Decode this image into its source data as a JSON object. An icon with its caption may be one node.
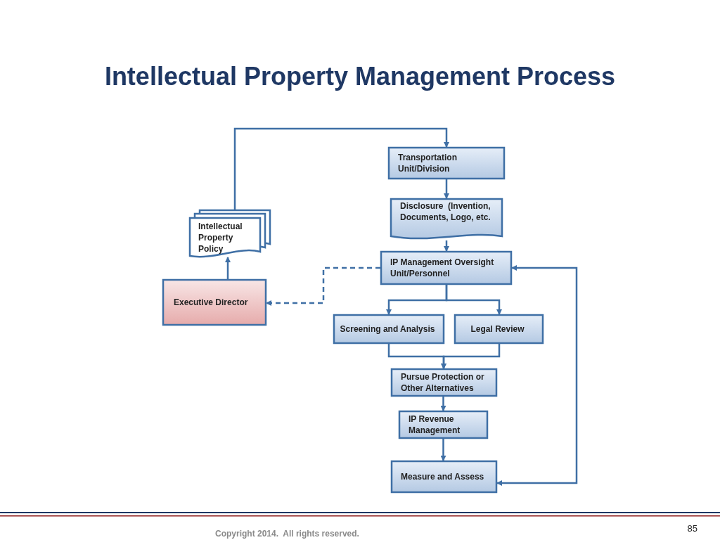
{
  "diagram": {
    "title": "Intellectual Property Management Process",
    "nodes": [
      {
        "text": [
          "Transportation Unit/Division"
        ]
      },
      {
        "text": [
          "Disclosure  (Invention, Documents, Logo, etc."
        ]
      },
      {
        "text": [
          "IP Management Oversight Unit/Personnel"
        ]
      },
      {
        "text": [
          "Executive Director"
        ]
      },
      {
        "text": [
          "Intellectual Property Policy"
        ]
      },
      {
        "text": [
          "Screening and Analysis"
        ]
      },
      {
        "text": [
          "Legal Review"
        ]
      },
      {
        "text": [
          "Pursue Protection or Other Alternatives"
        ]
      },
      {
        "text": [
          "IP Revenue Management"
        ]
      },
      {
        "text": [
          "Measure and Assess"
        ]
      }
    ],
    "edges": [
      {
        "from": 4,
        "to": 0,
        "arrow": "to"
      },
      {
        "from": 0,
        "to": 1,
        "arrow": "to"
      },
      {
        "from": 1,
        "to": 2,
        "arrow": "to"
      },
      {
        "from": 2,
        "to": 3,
        "arrow": "to",
        "style": "dashed"
      },
      {
        "from": 3,
        "to": 4,
        "arrow": "to"
      },
      {
        "from": 2,
        "to": 5,
        "arrow": "to"
      },
      {
        "from": 2,
        "to": 6,
        "arrow": "to"
      },
      {
        "from": 5,
        "to": 7,
        "arrow": "to"
      },
      {
        "from": 6,
        "to": 7,
        "arrow": "to"
      },
      {
        "from": 7,
        "to": 8,
        "arrow": "to"
      },
      {
        "from": 8,
        "to": 9,
        "arrow": "to"
      },
      {
        "from": 9,
        "to": 2,
        "arrow": "both"
      }
    ],
    "labels": [
      "85",
      "Copyright 2014.  All rights reserved."
    ]
  }
}
